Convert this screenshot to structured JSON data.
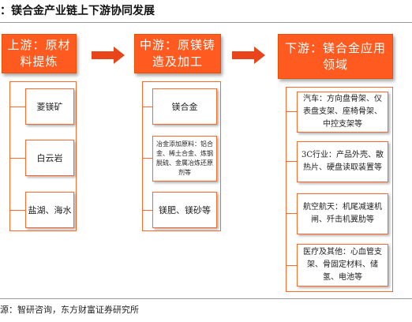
{
  "title": "：镁合金产业链上下游协同发展",
  "source": "源：智研咨询，东方财富证券研究所",
  "colors": {
    "accent": "#ff5a1f",
    "border": "#ff6a2a",
    "text": "#222222"
  },
  "upstream": {
    "heading": "上游：原材料提炼",
    "items": [
      "菱镁矿",
      "白云岩",
      "盐湖、海水"
    ]
  },
  "midstream": {
    "heading": "中游：原镁铸造及加工",
    "items": [
      "镁合金",
      "冶金添加原料：铝合金、稀土合金、炼钢脱硫、金属冶炼还原剂等",
      "镁肥、镁砂等"
    ]
  },
  "downstream": {
    "heading": "下游：镁合金应用领域",
    "items": [
      "汽车：方向盘骨架、仪表盘支架、座椅骨架、中控支架等",
      "3C行业：产品外壳、散热片、硬盘读取装置等",
      "航空航天：机尾减速机闸、歼击机翼肋等",
      "医疗及其他：心血管支架、骨固定材料、储氢、电池等"
    ]
  }
}
